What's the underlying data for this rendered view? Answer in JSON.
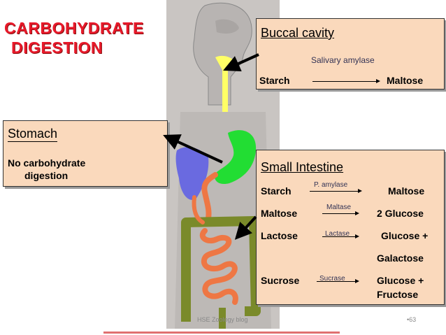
{
  "title": {
    "line1": "CARBOHYDRATE",
    "line2": "DIGESTION"
  },
  "buccal": {
    "heading": "Buccal cavity",
    "enzyme": "Salivary amylase",
    "substrate": "Starch",
    "product": "Maltose"
  },
  "stomach": {
    "heading": "Stomach",
    "line1": "No carbohydrate",
    "line2": "digestion"
  },
  "small_intestine": {
    "heading": "Small Intestine",
    "rows": [
      {
        "substrate": "Starch",
        "enzyme": "P. amylase",
        "product": "Maltose"
      },
      {
        "substrate": "Maltose",
        "enzyme": "Maltase",
        "product": "2 Glucose"
      },
      {
        "substrate": "Lactose",
        "enzyme": "Lactase",
        "product": "Glucose +"
      },
      {
        "substrate": "",
        "enzyme": "",
        "product": "Galactose"
      },
      {
        "substrate": "Sucrose",
        "enzyme": "Sucrase",
        "product": "Glucose +"
      },
      {
        "substrate": "",
        "enzyme": "",
        "product": "Fructose"
      }
    ]
  },
  "footer": {
    "source": "HSE Zoology blog",
    "page": "•63"
  },
  "colors": {
    "title": "#e8192a",
    "box_fill": "#fad9bc",
    "esophagus": "#ffff66",
    "stomach": "#22dd33",
    "liver": "#6a6ae0",
    "small_intestine": "#ee7744",
    "large_intestine": "#7a8a2a"
  }
}
